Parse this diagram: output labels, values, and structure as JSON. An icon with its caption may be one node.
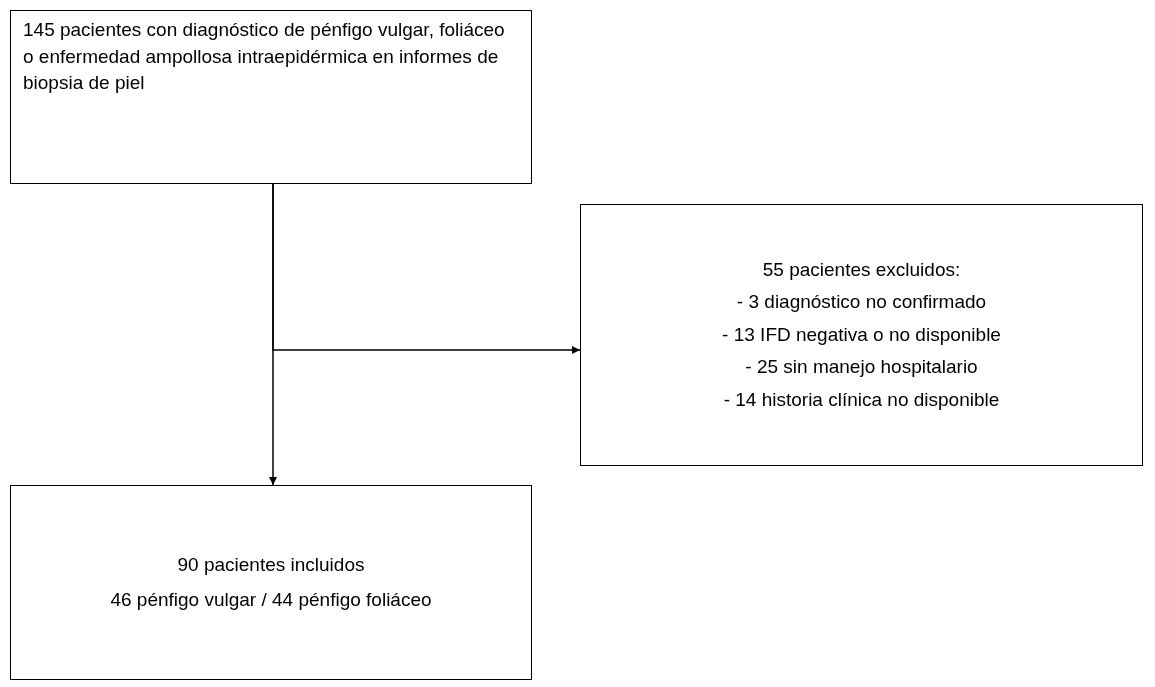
{
  "diagram": {
    "nodes": [
      {
        "text": [
          "145 pacientes con diagnóstico de pénfigo vulgar, foliáceo o enfermedad ampollosa intraepidérmica en informes de biopsia de piel"
        ]
      },
      {
        "text": [
          "55 pacientes excluidos:",
          "- 3 diagnóstico no confirmado",
          "- 13 IFD negativa o no disponible",
          "- 25 sin manejo hospitalario",
          "- 14 historia clínica no disponible"
        ]
      },
      {
        "text": [
          "90 pacientes incluidos",
          "46 pénfigo vulgar / 44 pénfigo foliáceo"
        ]
      }
    ],
    "edges": [
      {
        "from": 0,
        "to": 2,
        "arrow": "to"
      },
      {
        "from": 0,
        "to": 1,
        "arrow": "to"
      }
    ]
  }
}
